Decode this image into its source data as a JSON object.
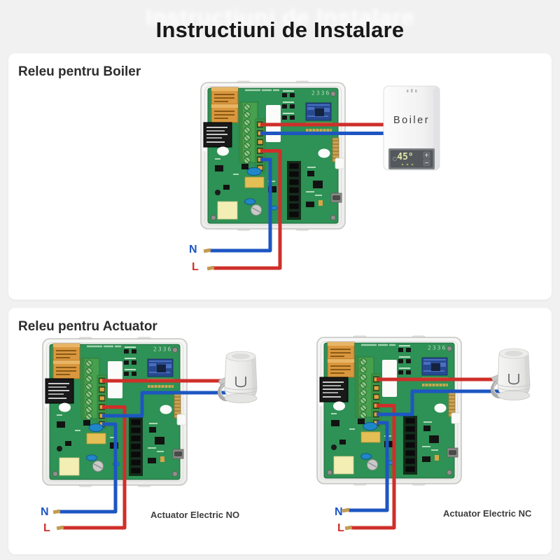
{
  "title": "Instructiuni de Instalare",
  "boiler_section": {
    "heading": "Releu pentru Boiler",
    "boiler_label": "Boiler",
    "boiler_display": "45°",
    "wire_n": "N",
    "wire_l": "L"
  },
  "actuator_section": {
    "heading": "Releu pentru Actuator",
    "caption_no": "Actuator Electric NO",
    "caption_nc": "Actuator Electric NC",
    "wire_n": "N",
    "wire_l": "L"
  },
  "pcb": {
    "code": "2336"
  },
  "colors": {
    "page_bg": "#f1f1f2",
    "card_bg": "#ffffff",
    "wire_live": "#cf2f2a",
    "wire_neutral": "#1d56c2",
    "pcb_green": "#2e9155",
    "terminal_green": "#46a04e",
    "relay_orange": "#d9973f",
    "terminal_pin_gold": "#d8a545"
  }
}
